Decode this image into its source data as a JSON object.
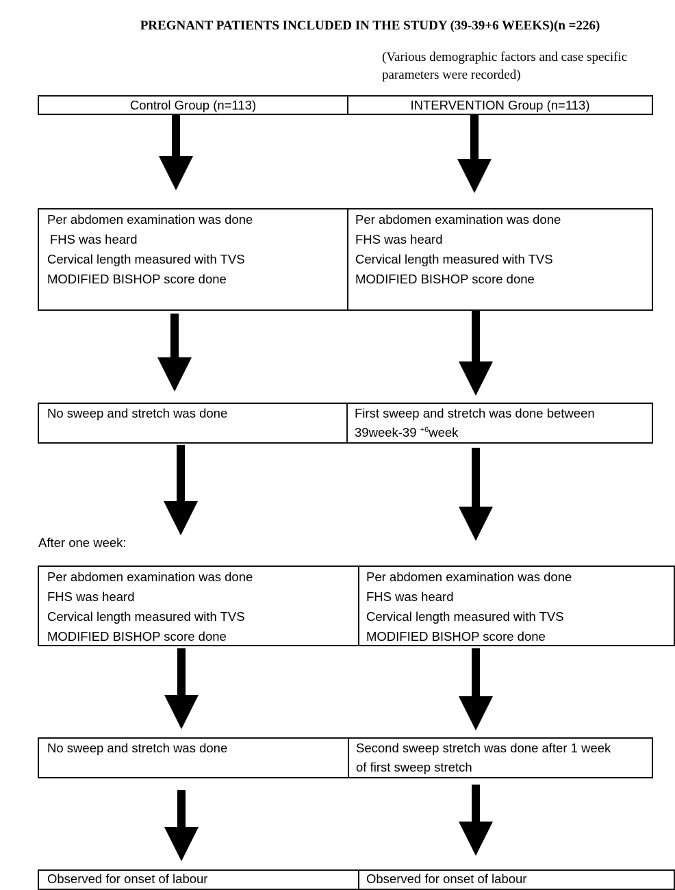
{
  "title": "PREGNANT PATIENTS INCLUDED IN THE STUDY (39-39+6 WEEKS)(n =226)",
  "note": [
    "(Various demographic factors and  case specific",
    "parameters were recorded)"
  ],
  "groups": {
    "control": "Control Group (n=113)",
    "intervention": "INTERVENTION Group (n=113)"
  },
  "initial_exam": {
    "control": [
      "Per abdomen examination was done",
      "FHS was heard",
      "Cervical length measured with TVS",
      "MODIFIED BISHOP score done"
    ],
    "intervention": [
      "Per abdomen examination was done",
      "FHS was heard",
      "Cervical length measured with TVS",
      "MODIFIED BISHOP score done"
    ]
  },
  "first_sweep": {
    "control": "No sweep and stretch was done",
    "intervention_line1": "First sweep and stretch was done between",
    "intervention_line2_a": "39week-39 ",
    "intervention_line2_sup": "+6",
    "intervention_line2_b": "week"
  },
  "after_label": "After one week:",
  "followup_exam": {
    "control": [
      "Per abdomen examination was done",
      "FHS was heard",
      "Cervical length measured with TVS",
      "MODIFIED BISHOP score done"
    ],
    "intervention": [
      "Per abdomen examination was done",
      "FHS was heard",
      "Cervical length measured with TVS",
      "MODIFIED BISHOP score done"
    ]
  },
  "second_sweep": {
    "control": "No sweep and stretch was done",
    "intervention": [
      "Second sweep stretch was done after 1 week",
      "of first sweep stretch"
    ]
  },
  "outcome": {
    "control": "Observed for onset of labour",
    "intervention": "Observed for onset of labour"
  }
}
